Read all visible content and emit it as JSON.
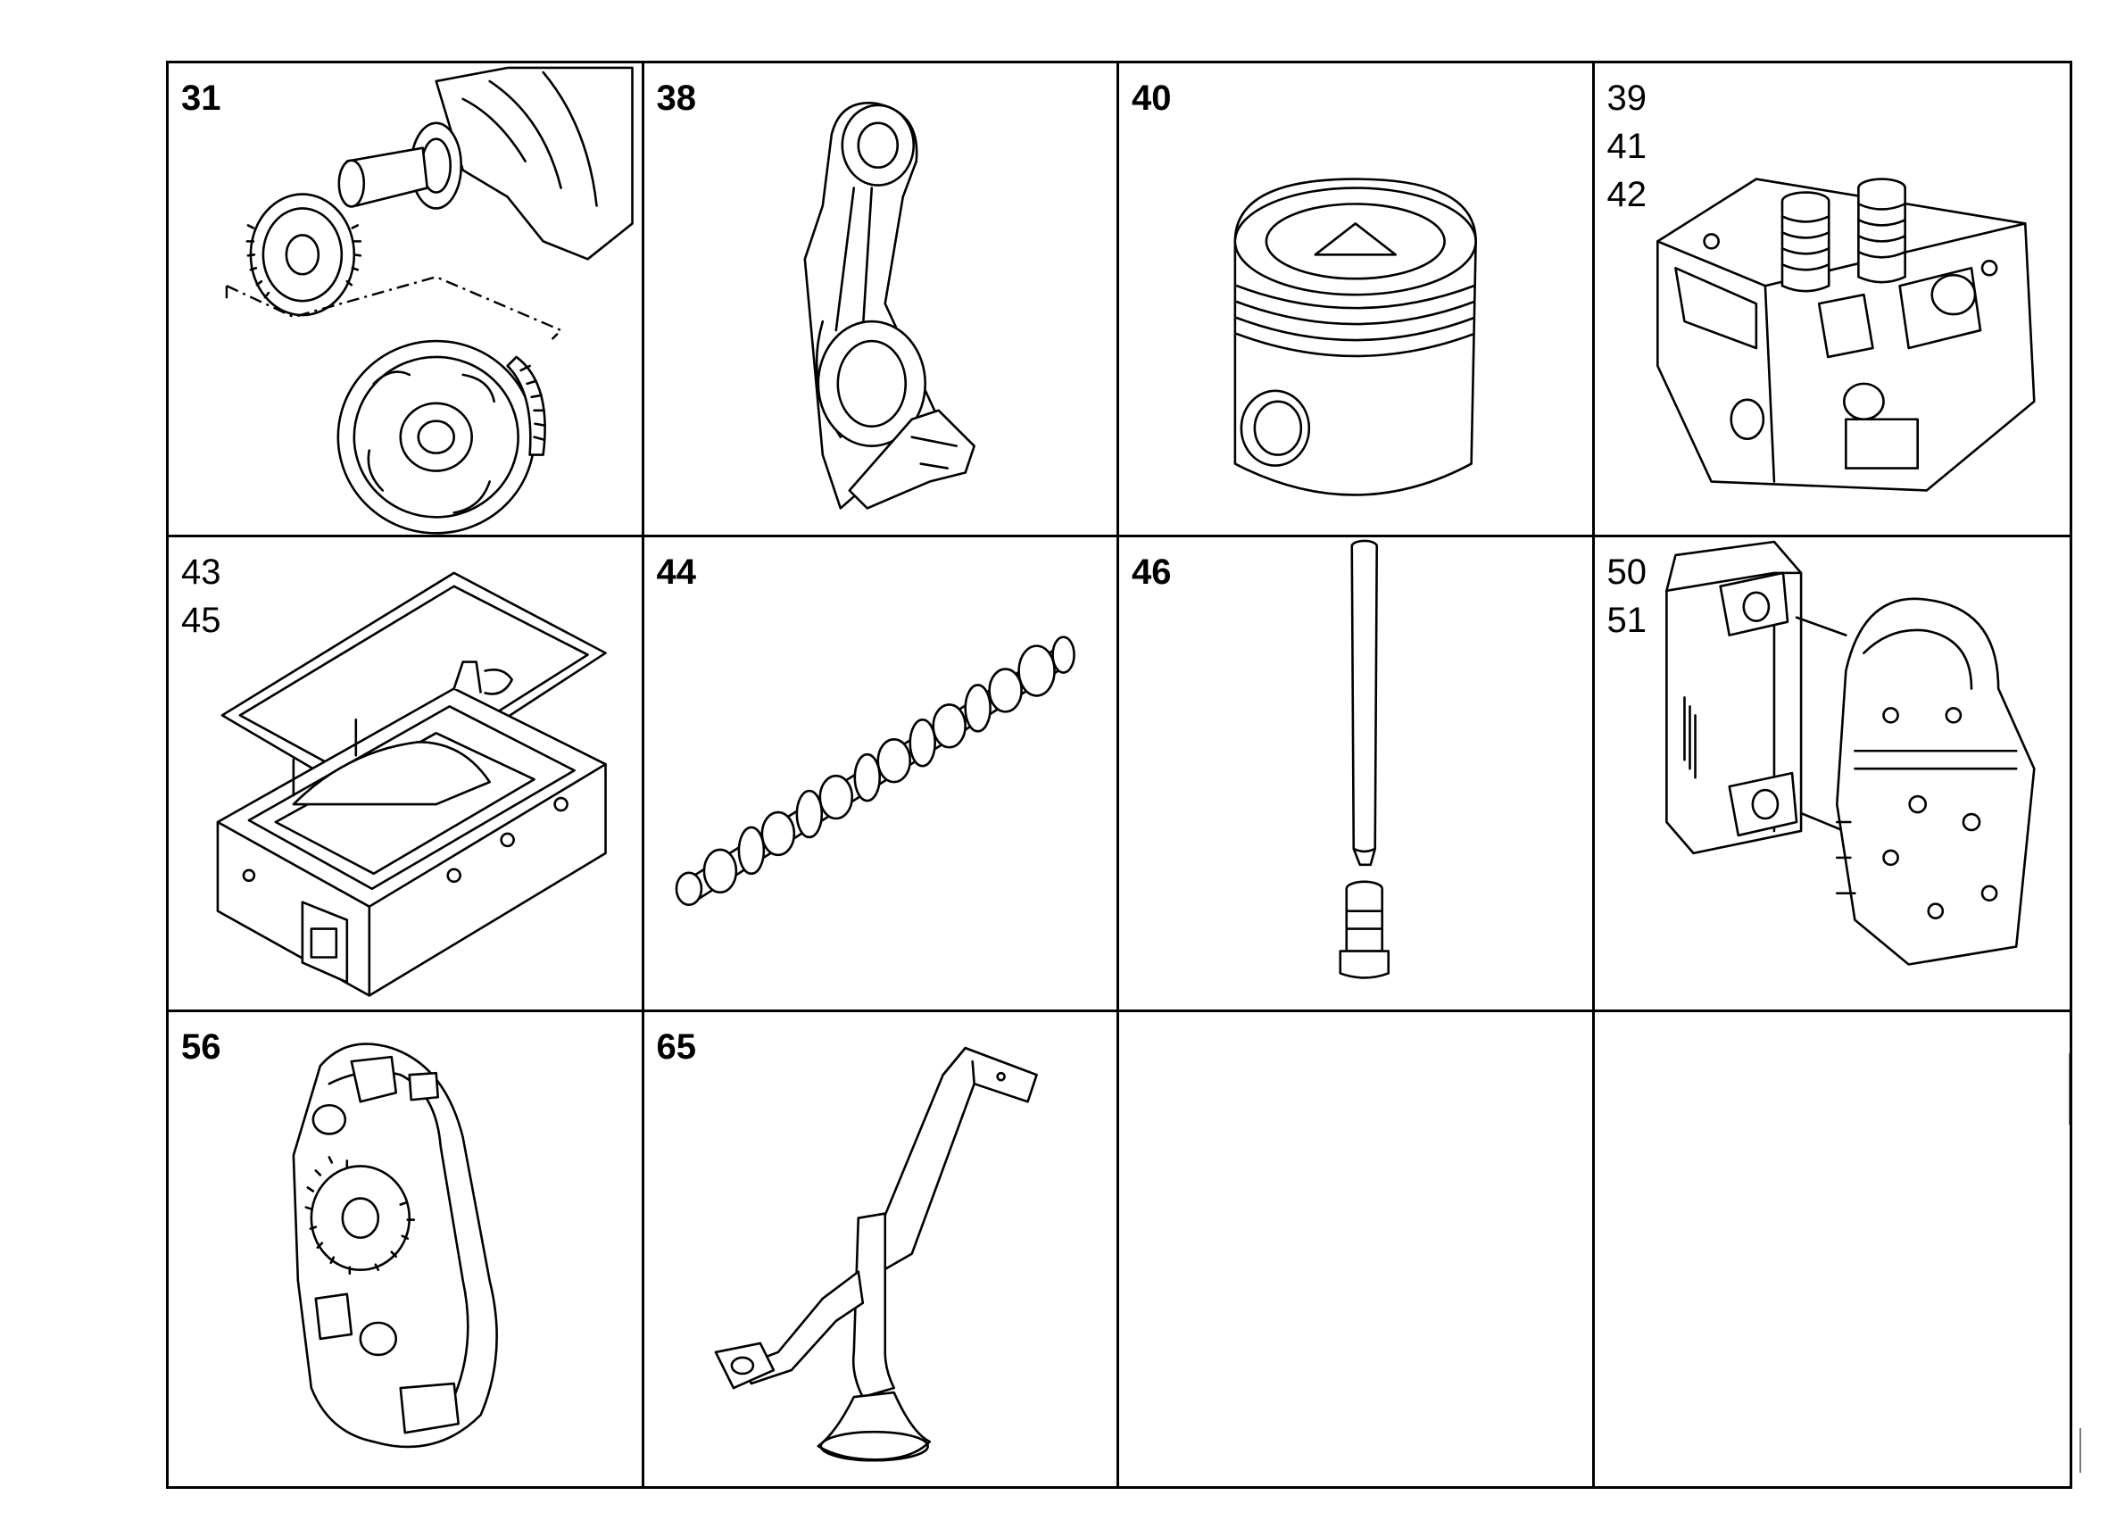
{
  "grid": {
    "cells": [
      {
        "labels": [
          "31"
        ],
        "bold": true,
        "part_icon": "crankshaft-gears-icon"
      },
      {
        "labels": [
          "38"
        ],
        "bold": true,
        "part_icon": "connecting-rod-icon"
      },
      {
        "labels": [
          "40"
        ],
        "bold": true,
        "part_icon": "piston-icon"
      },
      {
        "labels": [
          "39",
          "41",
          "42"
        ],
        "bold": false,
        "part_icon": "cylinder-head-icon"
      },
      {
        "labels": [
          "43",
          "45"
        ],
        "bold": false,
        "part_icon": "oil-pan-icon"
      },
      {
        "labels": [
          "44"
        ],
        "bold": true,
        "part_icon": "camshaft-icon"
      },
      {
        "labels": [
          "46"
        ],
        "bold": true,
        "part_icon": "pushrod-tappet-icon"
      },
      {
        "labels": [
          "50",
          "51"
        ],
        "bold": false,
        "part_icon": "oil-cooler-icon"
      },
      {
        "labels": [
          "56"
        ],
        "bold": true,
        "part_icon": "oil-pump-icon"
      },
      {
        "labels": [
          "65"
        ],
        "bold": true,
        "part_icon": "oil-strainer-pipe-icon"
      },
      {
        "labels": [],
        "bold": false,
        "part_icon": ""
      },
      {
        "labels": [],
        "bold": false,
        "part_icon": ""
      }
    ]
  }
}
